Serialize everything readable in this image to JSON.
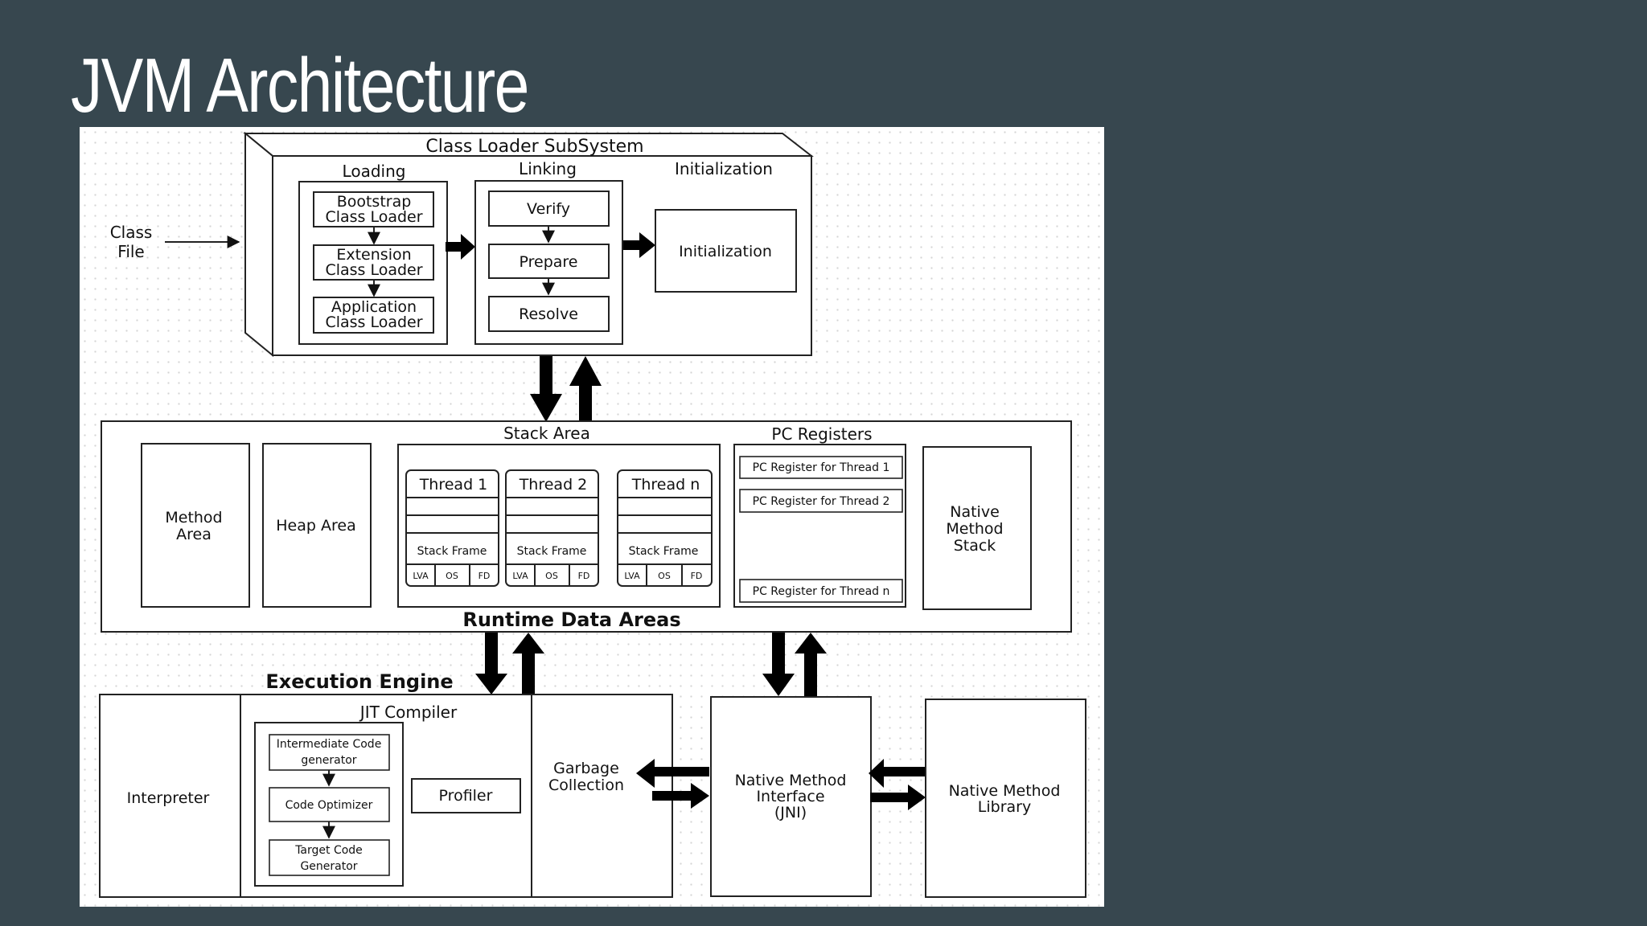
{
  "slide": {
    "title": "JVM Architecture"
  },
  "input": {
    "class_file_1": "Class",
    "class_file_2": "File"
  },
  "class_loader": {
    "title": "Class Loader SubSystem",
    "loading": {
      "title": "Loading",
      "bootstrap_1": "Bootstrap",
      "bootstrap_2": "Class Loader",
      "extension_1": "Extension",
      "extension_2": "Class Loader",
      "application_1": "Application",
      "application_2": "Class Loader"
    },
    "linking": {
      "title": "Linking",
      "verify": "Verify",
      "prepare": "Prepare",
      "resolve": "Resolve"
    },
    "initialization": {
      "title": "Initialization",
      "box": "Initialization"
    }
  },
  "runtime": {
    "title": "Runtime Data Areas",
    "method_area_1": "Method",
    "method_area_2": "Area",
    "heap_area": "Heap Area",
    "stack_area": {
      "title": "Stack Area",
      "threads": [
        "Thread 1",
        "Thread 2",
        "Thread n"
      ],
      "stack_frame": "Stack Frame",
      "lva": "LVA",
      "os": "OS",
      "fd": "FD"
    },
    "pc_registers": {
      "title": "PC Registers",
      "r1": "PC Register for Thread 1",
      "r2": "PC Register for Thread 2",
      "rn": "PC Register for Thread n"
    },
    "native_stack_1": "Native",
    "native_stack_2": "Method",
    "native_stack_3": "Stack"
  },
  "execution": {
    "title": "Execution Engine",
    "interpreter": "Interpreter",
    "jit": {
      "title": "JIT Compiler",
      "icg_1": "Intermediate Code",
      "icg_2": "generator",
      "optimizer": "Code Optimizer",
      "tcg_1": "Target Code",
      "tcg_2": "Generator",
      "profiler": "Profiler"
    },
    "gc_1": "Garbage",
    "gc_2": "Collection"
  },
  "native_interface": {
    "l1": "Native Method",
    "l2": "Interface",
    "l3": "(JNI)"
  },
  "native_library": {
    "l1": "Native Method",
    "l2": "Library"
  }
}
